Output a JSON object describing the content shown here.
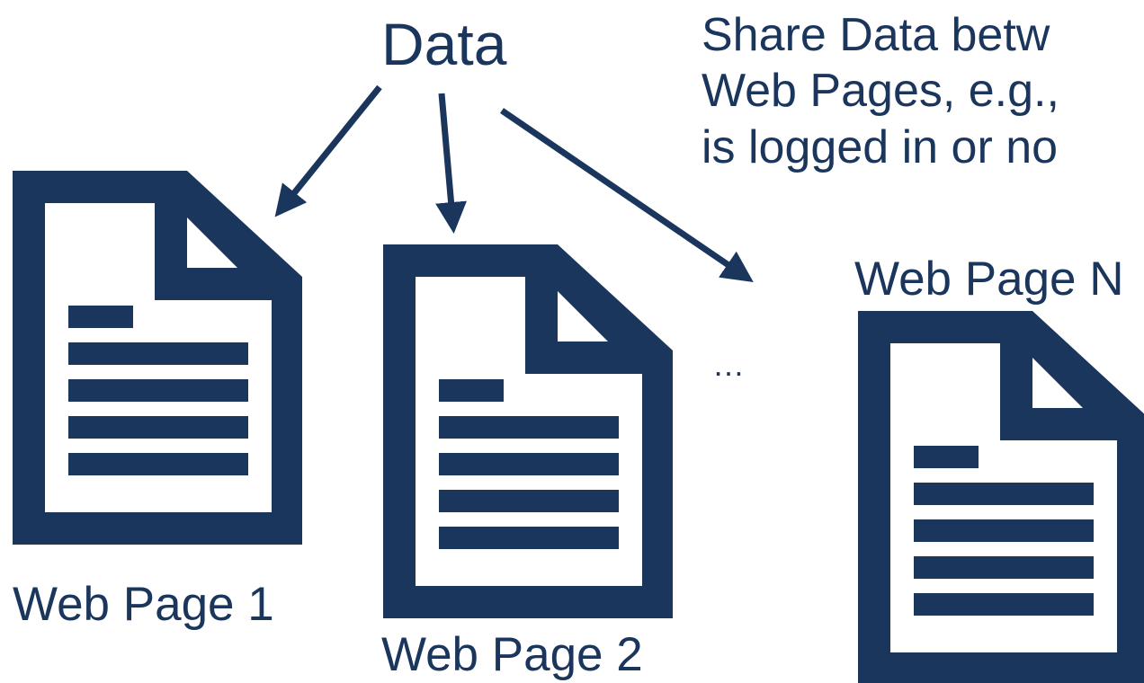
{
  "colors": {
    "primary": "#1b365d",
    "background": "#ffffff"
  },
  "data_label": "Data",
  "description_lines": [
    "Share Data betw",
    "Web Pages, e.g.,",
    "is logged in or no"
  ],
  "pages": [
    {
      "label": "Web Page 1",
      "icon": "document-icon"
    },
    {
      "label": "Web Page 2",
      "icon": "document-icon"
    },
    {
      "label": "Web Page N",
      "icon": "document-icon"
    }
  ],
  "ellipsis": "…"
}
